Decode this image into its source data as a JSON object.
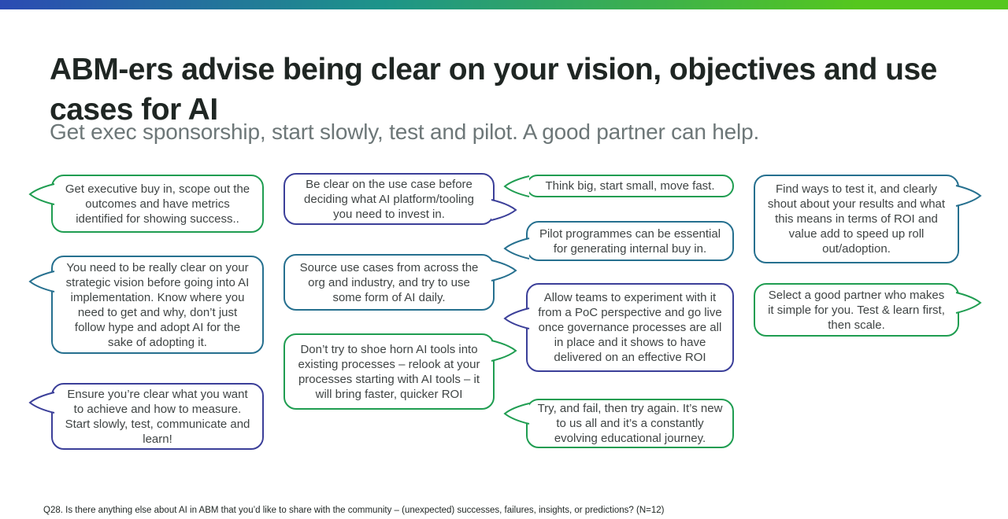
{
  "slide": {
    "title": "ABM-ers advise being clear on your vision, objectives and use cases for AI",
    "subtitle": "Get exec sponsorship, start slowly, test and pilot. A good partner can help.",
    "footnote": "Q28. Is there anything else about AI in ABM that you’d like to share with the community – (unexpected) successes, failures, insights, or predictions? (N=12)"
  },
  "colors": {
    "green": "#1f9d51",
    "teal": "#26708f",
    "navy": "#3b3f99",
    "title": "#1f2623",
    "subtitle": "#6d7778",
    "body_text": "#3f4444",
    "topbar_blue": "#2b4bb3",
    "topbar_teal": "#1d9489",
    "topbar_green": "#55c71e"
  },
  "bubbles": [
    {
      "text": "Get executive buy in, scope out the outcomes and have metrics identified for showing success..",
      "color": "green",
      "tail": "left"
    },
    {
      "text": "You need to be really clear on your strategic vision before going into AI implementation. Know where you need to get and why, don’t just follow hype and adopt AI for the sake of adopting it.",
      "color": "teal",
      "tail": "left"
    },
    {
      "text": "Ensure you’re clear what you want to achieve and how to measure. Start slowly, test, communicate and learn!",
      "color": "navy",
      "tail": "left"
    },
    {
      "text": "Be clear on the use case before deciding what AI platform/tooling you need to invest in.",
      "color": "navy",
      "tail": "right"
    },
    {
      "text": "Source use cases from across the org and industry, and try to use some form of AI daily.",
      "color": "teal",
      "tail": "right"
    },
    {
      "text": "Don’t try to shoe horn AI tools into existing processes – relook at your processes starting with AI tools – it will bring faster, quicker ROI",
      "color": "green",
      "tail": "right"
    },
    {
      "text": "Think big, start small, move fast.",
      "color": "green",
      "tail": "left"
    },
    {
      "text": "Pilot programmes can be essential for generating internal buy in.",
      "color": "teal",
      "tail": "left"
    },
    {
      "text": "Allow teams to experiment with it from a PoC perspective and go live once governance processes are all in place and it shows to have delivered on an effective ROI",
      "color": "navy",
      "tail": "left"
    },
    {
      "text": "Try, and fail, then try again. It’s new to us all and it’s a constantly evolving educational journey.",
      "color": "green",
      "tail": "left"
    },
    {
      "text": "Find ways to test it, and clearly shout about your results and what this means in terms of ROI and value add to speed up roll out/adoption.",
      "color": "teal",
      "tail": "right"
    },
    {
      "text": "Select a good partner who makes it simple for you. Test & learn first, then scale.",
      "color": "green",
      "tail": "right"
    }
  ]
}
